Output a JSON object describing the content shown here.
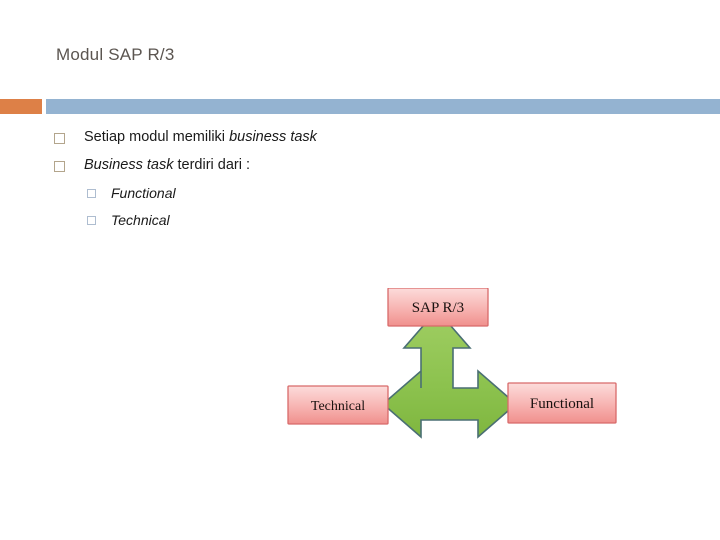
{
  "slide": {
    "title": "Modul SAP R/3",
    "title_color": "#5b5550",
    "background": "#ffffff"
  },
  "divider": {
    "accent_color": "#dd8047",
    "bar_color": "#94b3d1"
  },
  "bullets": [
    {
      "level": 1,
      "marker": "hollow-square",
      "marker_color": "#b3a58c",
      "parts": [
        {
          "text": "Setiap modul memiliki ",
          "italic": false
        },
        {
          "text": "business task",
          "italic": true
        }
      ]
    },
    {
      "level": 1,
      "marker": "hollow-square",
      "marker_color": "#b3a58c",
      "parts": [
        {
          "text": "Business task",
          "italic": true
        },
        {
          "text": " terdiri dari :",
          "italic": false
        }
      ]
    },
    {
      "level": 2,
      "marker": "hollow-square",
      "marker_color": "#aebdd0",
      "parts": [
        {
          "text": "Functional",
          "italic": true
        }
      ]
    },
    {
      "level": 2,
      "marker": "hollow-square",
      "marker_color": "#aebdd0",
      "parts": [
        {
          "text": "Technical",
          "italic": true
        }
      ]
    }
  ],
  "diagram": {
    "arrow": {
      "name": "three-way-arrow",
      "directions": [
        "up",
        "left",
        "right"
      ],
      "fill_top": "#9ccc5c",
      "fill_bottom": "#7fb63f",
      "stroke": "#4a6f73"
    },
    "boxes": [
      {
        "id": "sap",
        "label": "SAP R/3",
        "position": "top",
        "fill_top": "#fbd3d3",
        "fill_bottom": "#f2928f",
        "stroke": "#d86a6a"
      },
      {
        "id": "technical",
        "label": "Technical",
        "position": "left",
        "fill_top": "#fbd3d3",
        "fill_bottom": "#f2928f",
        "stroke": "#d86a6a"
      },
      {
        "id": "functional",
        "label": "Functional",
        "position": "right",
        "fill_top": "#fbd3d3",
        "fill_bottom": "#f2928f",
        "stroke": "#d86a6a"
      }
    ]
  }
}
